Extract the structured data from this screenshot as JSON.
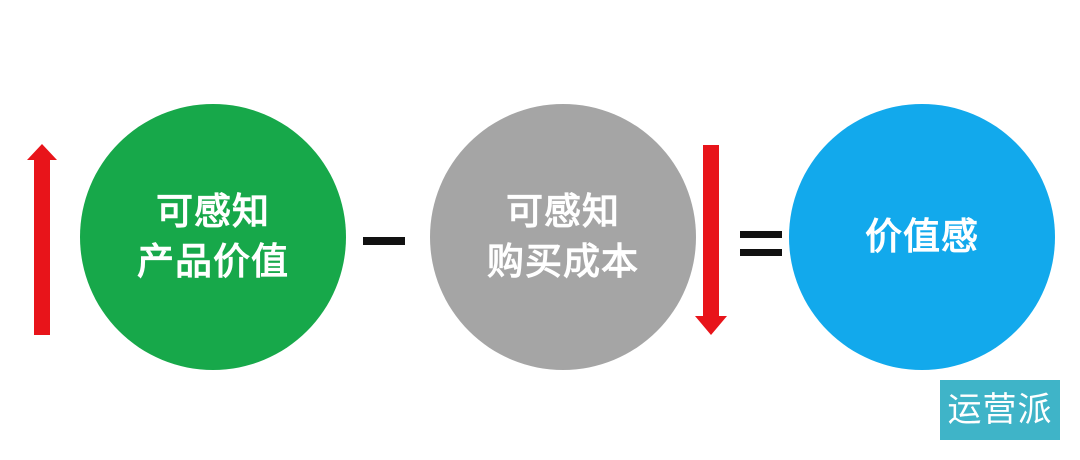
{
  "diagram": {
    "type": "equation",
    "terms": [
      {
        "id": "perceived-product-value",
        "lines": [
          "可感知",
          "产品价值"
        ],
        "color": "#17a84a",
        "trend": "up"
      },
      {
        "id": "perceived-purchase-cost",
        "lines": [
          "可感知",
          "购买成本"
        ],
        "color": "#a5a5a5",
        "trend": "down"
      },
      {
        "id": "sense-of-value",
        "lines": [
          "价值感"
        ],
        "color": "#12a9ec"
      }
    ],
    "operators": [
      "−",
      "="
    ],
    "arrows": [
      {
        "direction": "up",
        "color": "#e8141a",
        "attached_to": "perceived-product-value"
      },
      {
        "direction": "down",
        "color": "#e8141a",
        "attached_to": "perceived-purchase-cost"
      }
    ]
  },
  "watermark": {
    "text": "运营派",
    "background": "#3fb4c8"
  }
}
